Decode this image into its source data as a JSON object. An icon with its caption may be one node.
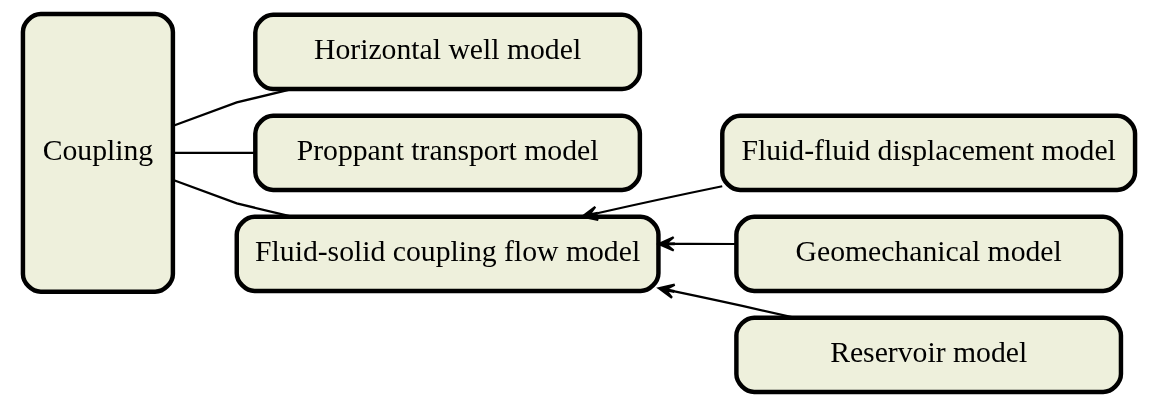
{
  "diagram": {
    "nodes": [
      {
        "text": [
          "Coupling"
        ]
      },
      {
        "text": [
          "Horizontal well model"
        ]
      },
      {
        "text": [
          "Proppant transport model"
        ]
      },
      {
        "text": [
          "Fluid-solid coupling flow model"
        ]
      },
      {
        "text": [
          "Fluid-fluid displacement model"
        ]
      },
      {
        "text": [
          "Geomechanical model"
        ]
      },
      {
        "text": [
          "Reservoir model"
        ]
      }
    ],
    "edges": [
      {
        "from": 0,
        "to": 1,
        "arrow": "none"
      },
      {
        "from": 0,
        "to": 2,
        "arrow": "none"
      },
      {
        "from": 0,
        "to": 3,
        "arrow": "none"
      },
      {
        "from": 4,
        "to": 3,
        "arrow": "to"
      },
      {
        "from": 5,
        "to": 3,
        "arrow": "to"
      },
      {
        "from": 6,
        "to": 3,
        "arrow": "to"
      }
    ]
  }
}
